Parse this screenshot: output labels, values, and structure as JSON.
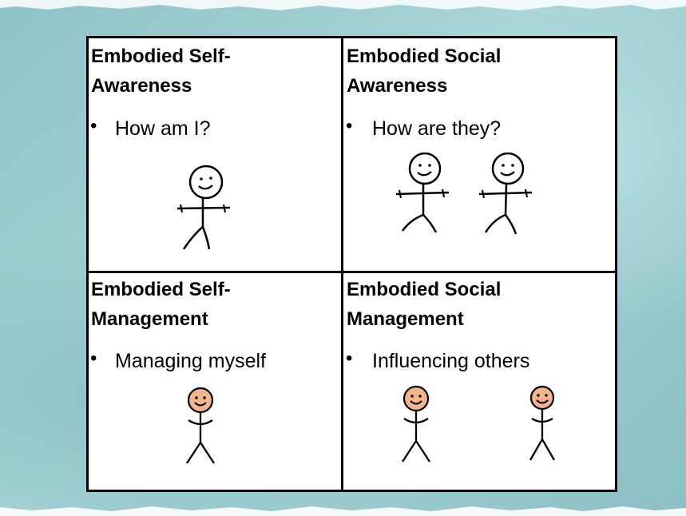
{
  "quadrants": {
    "top_left": {
      "title_line1": "Embodied Self-",
      "title_line2": "Awareness",
      "bullet": "How am I?"
    },
    "top_right": {
      "title_line1": "Embodied Social",
      "title_line2": "Awareness",
      "bullet": "How are they?"
    },
    "bottom_left": {
      "title_line1": "Embodied Self-",
      "title_line2": "Management",
      "bullet": "Managing myself"
    },
    "bottom_right": {
      "title_line1": "Embodied Social",
      "title_line2": "Management",
      "bullet": "Influencing others"
    }
  },
  "bullet_glyph": "•",
  "colors": {
    "background": "#9fcfd3",
    "grid_border": "#000000",
    "face_fill_colored": "#f4b48c",
    "face_fill_plain": "#ffffff"
  },
  "icons": {
    "plain_stick_figure": "stick-figure-icon",
    "colored_stick_figure": "colored-stick-figure-icon"
  }
}
